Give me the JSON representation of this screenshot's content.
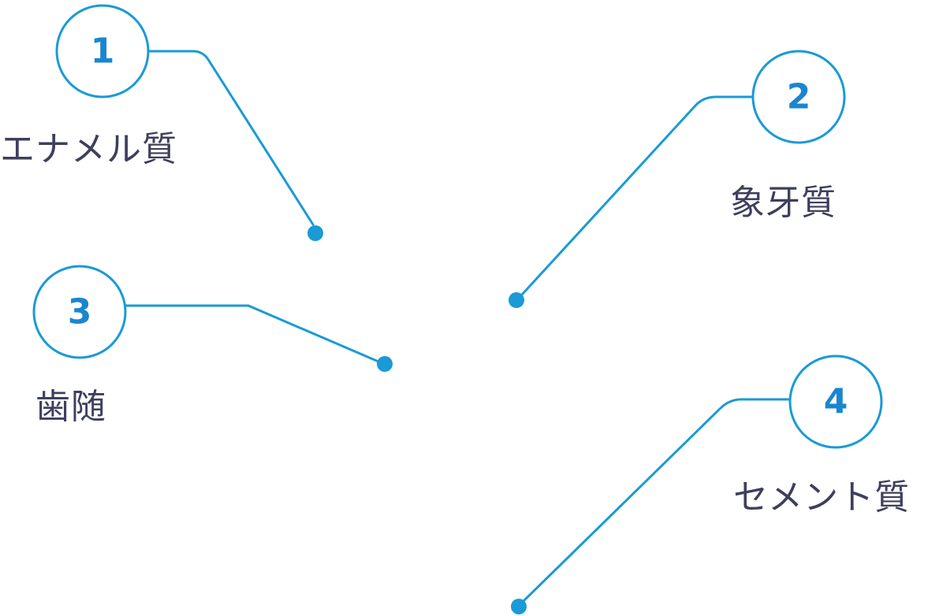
{
  "colors": {
    "accent": "#1a9ad6",
    "number": "#1a86d0",
    "label": "#3e3f5c",
    "background": "#ffffff"
  },
  "parts": [
    {
      "number": "1",
      "label": "エナメル質"
    },
    {
      "number": "2",
      "label": "象牙質"
    },
    {
      "number": "3",
      "label": "歯随"
    },
    {
      "number": "4",
      "label": "セメント質"
    }
  ]
}
